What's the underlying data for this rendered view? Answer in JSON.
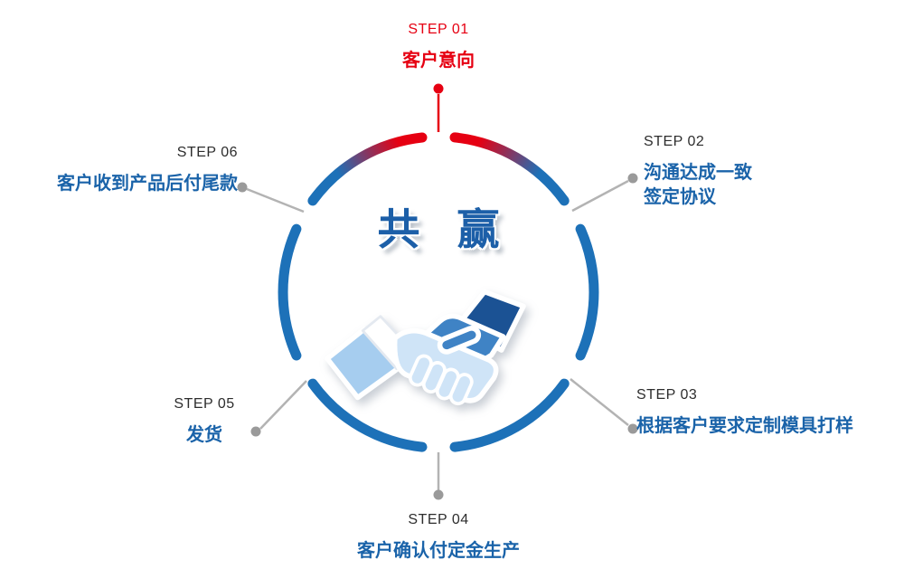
{
  "colors": {
    "red": "#e60012",
    "blue": "#1d71b8",
    "text_blue": "#1a63a9",
    "label_dark": "#2d2d2d",
    "gray_line": "#b3b3b3",
    "gray_dot": "#9a9a9a",
    "center_blue": "#1c5fa8",
    "hand_dark": "#1b5294",
    "hand_mid": "#3f83c5",
    "hand_light": "#cfe4f7",
    "sleeve_light": "#a6cdef"
  },
  "center": {
    "title": "共 赢"
  },
  "steps": [
    {
      "label": "STEP 01",
      "text": "客户意向"
    },
    {
      "label": "STEP 02",
      "lines": [
        "沟通达成一致",
        "签定协议"
      ]
    },
    {
      "label": "STEP 03",
      "text": "根据客户要求定制模具打样"
    },
    {
      "label": "STEP 04",
      "text": "客户确认付定金生产"
    },
    {
      "label": "STEP 05",
      "text": "发货"
    },
    {
      "label": "STEP 06",
      "text": "客户收到产品后付尾款"
    }
  ]
}
